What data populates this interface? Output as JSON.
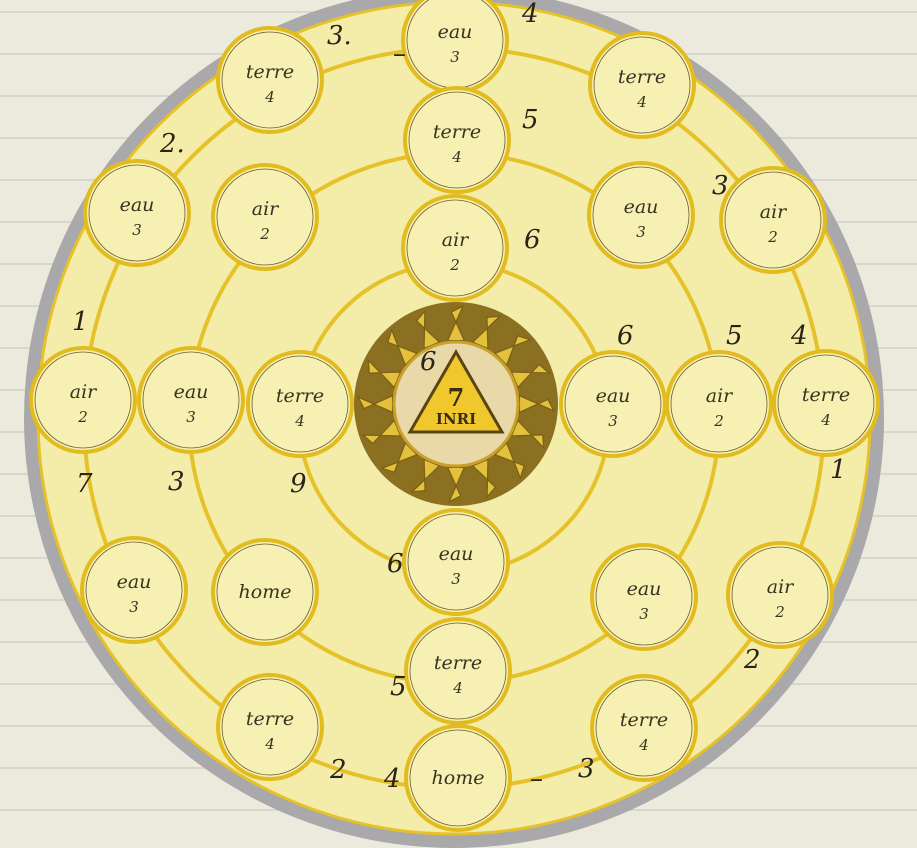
{
  "palette": {
    "paper": "#eceadd",
    "ruled_line": "#c9ccc4",
    "outer_ring": "#a9a8ab",
    "disc_fill": "#f4eca9",
    "ring_stroke": "#e6c22a",
    "cell_fill": "#f7f0b3",
    "cell_stroke": "#e2bb1f",
    "sun_dark": "#8a7020",
    "sun_light": "#e3c13c",
    "triangle_fill": "#f0c82e",
    "ink": "#2a2418"
  },
  "center": {
    "number": "7",
    "label": "INRI",
    "icon": "radiant-sun-triangle-icon"
  },
  "cells": [
    {
      "id": "top-eau",
      "word": "eau",
      "num": "3"
    },
    {
      "id": "upper-terre",
      "word": "terre",
      "num": "4"
    },
    {
      "id": "inner-top-air",
      "word": "air",
      "num": "2"
    },
    {
      "id": "tl-terre",
      "word": "terre",
      "num": "4"
    },
    {
      "id": "tr-terre",
      "word": "terre",
      "num": "4"
    },
    {
      "id": "left-outer-eau",
      "word": "eau",
      "num": "3"
    },
    {
      "id": "left-mid-air",
      "word": "air",
      "num": "2"
    },
    {
      "id": "right-mid-eau",
      "word": "eau",
      "num": "3"
    },
    {
      "id": "right-outer-air",
      "word": "air",
      "num": "2"
    },
    {
      "id": "far-left-air",
      "word": "air",
      "num": "2"
    },
    {
      "id": "mid-left-eau",
      "word": "eau",
      "num": "3"
    },
    {
      "id": "inner-left-terre",
      "word": "terre",
      "num": "4"
    },
    {
      "id": "inner-right-eau",
      "word": "eau",
      "num": "3"
    },
    {
      "id": "mid-right-air",
      "word": "air",
      "num": "2"
    },
    {
      "id": "far-right-terre",
      "word": "terre",
      "num": "4"
    },
    {
      "id": "lower-left-eau",
      "word": "eau",
      "num": "3"
    },
    {
      "id": "lower-left-home",
      "word": "home",
      "num": ""
    },
    {
      "id": "inner-bottom-eau",
      "word": "eau",
      "num": "3"
    },
    {
      "id": "lower-right-eau",
      "word": "eau",
      "num": "3"
    },
    {
      "id": "lower-right-air",
      "word": "air",
      "num": "2"
    },
    {
      "id": "lower-terre",
      "word": "terre",
      "num": "4"
    },
    {
      "id": "bl-terre",
      "word": "terre",
      "num": "4"
    },
    {
      "id": "bottom-home",
      "word": "home",
      "num": ""
    },
    {
      "id": "br-terre",
      "word": "terre",
      "num": "4"
    }
  ],
  "marks": [
    {
      "id": "m-3-top",
      "text": "3."
    },
    {
      "id": "m-dash-top",
      "text": "–"
    },
    {
      "id": "m-4-top",
      "text": "4"
    },
    {
      "id": "m-5-top",
      "text": "5"
    },
    {
      "id": "m-2-left",
      "text": "2."
    },
    {
      "id": "m-3-right",
      "text": "3"
    },
    {
      "id": "m-1-left",
      "text": "1"
    },
    {
      "id": "m-6-upper",
      "text": "6"
    },
    {
      "id": "m-6-right",
      "text": "6"
    },
    {
      "id": "m-5-right",
      "text": "5"
    },
    {
      "id": "m-4-right",
      "text": "4"
    },
    {
      "id": "m-7-left",
      "text": "7"
    },
    {
      "id": "m-3-left-mid",
      "text": "3"
    },
    {
      "id": "m-9-left",
      "text": "9"
    },
    {
      "id": "m-1-right",
      "text": "1"
    },
    {
      "id": "m-6-lower",
      "text": "6"
    },
    {
      "id": "m-6-bottom-left",
      "text": "6"
    },
    {
      "id": "m-2-bottom-right",
      "text": "2"
    },
    {
      "id": "m-5-bottom",
      "text": "5"
    },
    {
      "id": "m-2-bottom-left",
      "text": "2"
    },
    {
      "id": "m-4-bottom",
      "text": "4"
    },
    {
      "id": "m-dash-bottom",
      "text": "–"
    },
    {
      "id": "m-3-bottom",
      "text": "3"
    }
  ]
}
